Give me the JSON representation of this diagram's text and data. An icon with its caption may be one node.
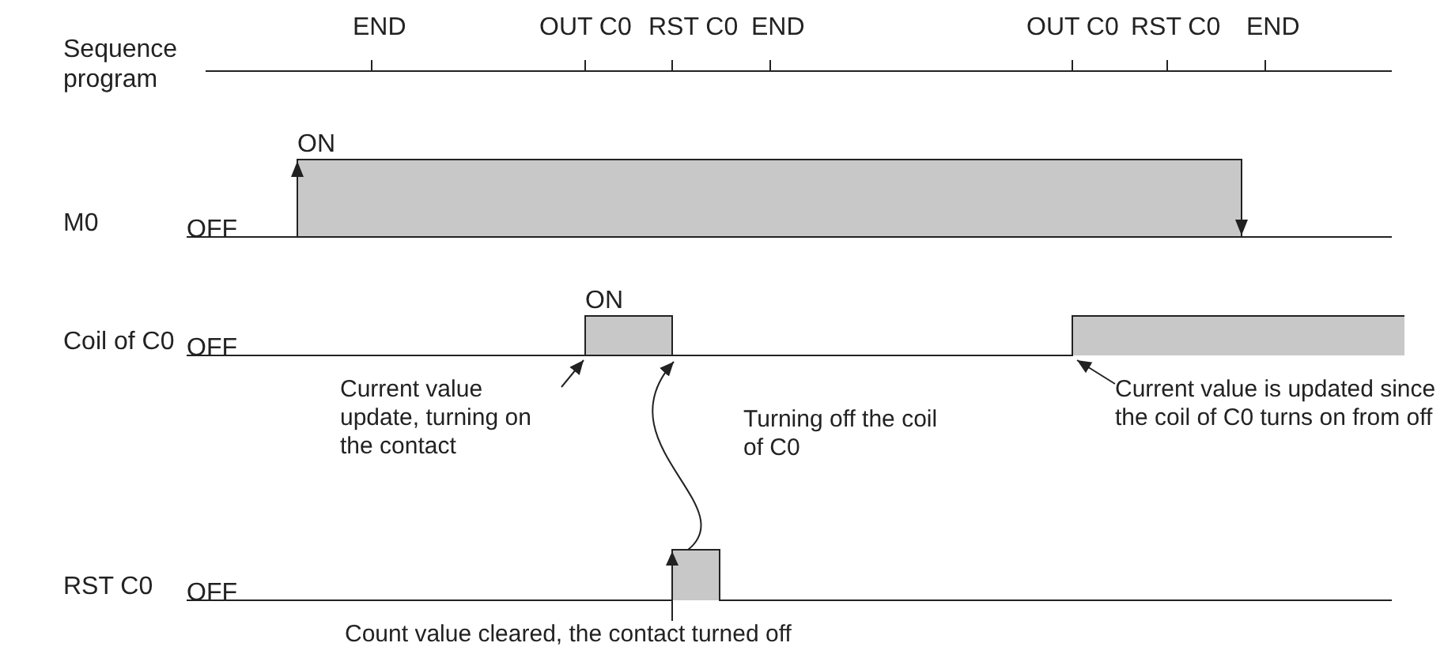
{
  "diagram": {
    "nodes": [
      {
        "text": [
          "Current value update, turning on the contact"
        ]
      },
      {
        "text": [
          "Turning off the coil of C0"
        ]
      },
      {
        "text": [
          "Current value is updated since the coil of C0 turns on from off"
        ]
      },
      {
        "text": [
          "Count value cleared, the contact turned off"
        ]
      },
      {
        "text": [],
        "shape": "bar"
      }
    ],
    "edges": [
      {
        "from": 0,
        "to": null,
        "arrow": "to"
      },
      {
        "from": 4,
        "to": null,
        "arrow": "to"
      },
      {
        "from": 2,
        "to": null,
        "arrow": "to"
      },
      {
        "from": 3,
        "to": 4,
        "arrow": "to"
      }
    ],
    "labels": [
      "Sequence program",
      "END",
      "OUT C0",
      "RST C0",
      "END",
      "OUT C0",
      "RST C0",
      "END",
      "M0",
      "ON",
      "OFF",
      "Coil of C0",
      "ON",
      "OFF",
      "RST C0",
      "OFF"
    ]
  }
}
